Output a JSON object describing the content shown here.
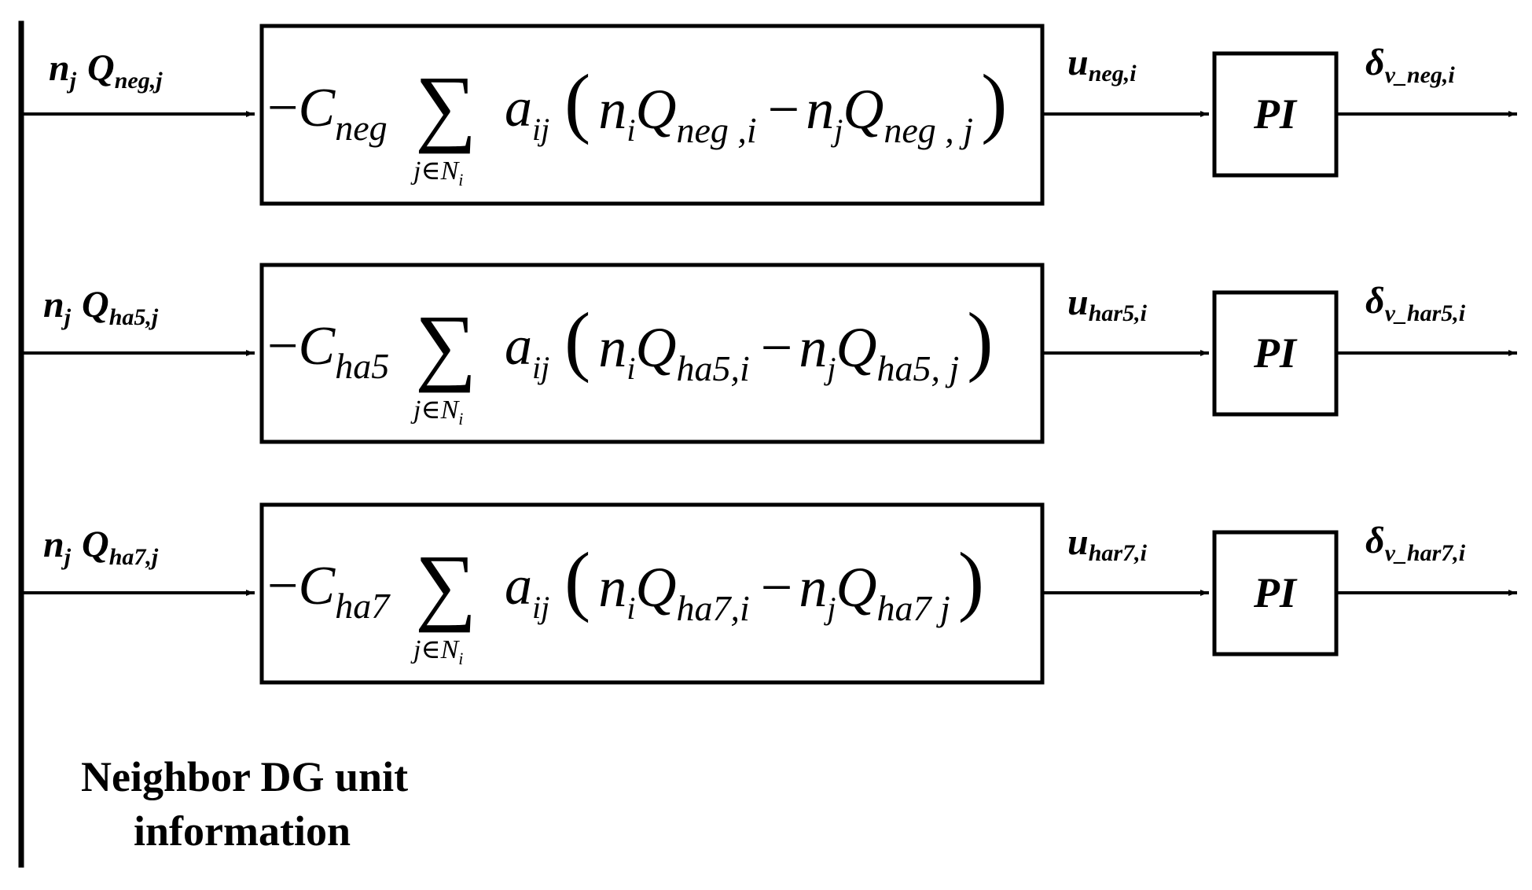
{
  "bus_caption": {
    "line1": "Neighbor DG unit",
    "line2": "information"
  },
  "common": {
    "minus": "−",
    "C": "C",
    "sum": "∑",
    "sum_index": "j∈N",
    "sum_index_sub": "i",
    "a": "a",
    "a_sub": "ij",
    "lparen": "(",
    "rparen": ")",
    "n": "n",
    "n_i_sub": "i",
    "n_j_sub": "j",
    "Q": "Q",
    "pi_label": "PI",
    "input_n": "n",
    "input_n_sub": "j",
    "input_Q": "Q",
    "u": "u",
    "delta": "δ"
  },
  "rows": [
    {
      "input_sub": "neg,j",
      "C_sub": "neg",
      "Qi_sub": "neg ,i",
      "Qj_sub": "neg , j",
      "u_sub": "neg,i",
      "delta_sub": "v_neg,i"
    },
    {
      "input_sub": "ha5,j",
      "C_sub": "ha5",
      "Qi_sub": "ha5,i",
      "Qj_sub": "ha5, j",
      "u_sub": "har5,i",
      "delta_sub": "v_har5,i"
    },
    {
      "input_sub": "ha7,j",
      "C_sub": "ha7",
      "Qi_sub": "ha7,i",
      "Qj_sub": "ha7 j",
      "u_sub": "har7,i",
      "delta_sub": "v_har7,i"
    }
  ]
}
